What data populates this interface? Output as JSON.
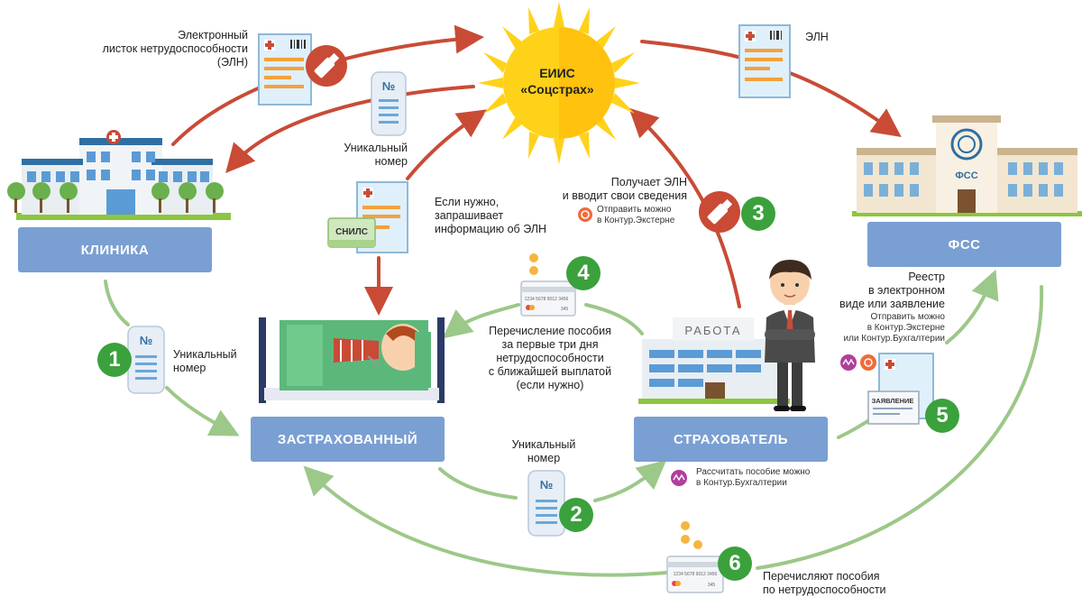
{
  "sun": {
    "line1": "ЕИИС",
    "line2": "«Соцстрах»"
  },
  "nodes": {
    "clinic": "КЛИНИКА",
    "insured": "ЗАСТРАХОВАННЫЙ",
    "employer": "СТРАХОВАТЕЛЬ",
    "fss": "ФСС"
  },
  "icons": {
    "snils": "СНИЛС",
    "work_sign": "РАБОТА",
    "fss_logo": "ФСС",
    "statement": "ЗАЯВЛЕНИЕ",
    "number_sign": "№",
    "card_number": "1234 5678 9012 3456",
    "card_code": "345"
  },
  "steps": [
    "1",
    "2",
    "3",
    "4",
    "5",
    "6"
  ],
  "labels": {
    "eln_long": "Электронный\nлисток нетрудоспособности\n(ЭЛН)",
    "eln_short": "ЭЛН",
    "unique_top": "Уникальный\nномер",
    "if_needed": "Если нужно,\nзапрашивает\nинформацию об ЭЛН",
    "receives": "Получает ЭЛН\nи вводит свои сведения",
    "send_extern": "Отправить можно\nв Контур.Экстерне",
    "unique_left": "Уникальный\nномер",
    "transfer_3days": "Перечисление пособия\nза первые три дня\nнетрудоспособности\nс ближайшей выплатой\n(если нужно)",
    "unique_bottom": "Уникальный\nномер",
    "calc_buh": "Рассчитать пособие можно\nв Контур.Бухгалтерии",
    "registry": "Реестр\nв электронном\nвиде или заявление",
    "send_both": "Отправить можно\nв Контур.Экстерне\nили Контур.Бухгалтерии",
    "transfer_fss": "Перечисляют пособия\nпо нетрудоспособности"
  },
  "colors": {
    "box_blue": "#7a9fd3",
    "arrow_red": "#c94b36",
    "arrow_green": "#9cc889",
    "step_green": "#3aa13c",
    "sun_yellow": "#ffd21a"
  }
}
